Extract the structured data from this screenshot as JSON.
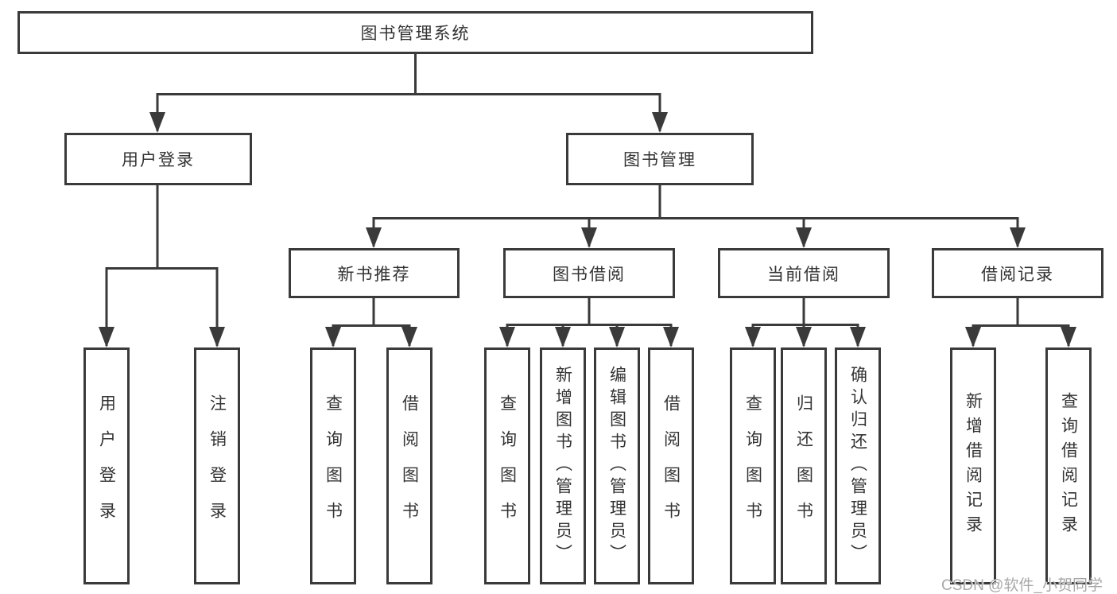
{
  "colors": {
    "line": "#3a3a3a",
    "text": "#333333",
    "watermark": "#a8a8a8",
    "bg": "#ffffff"
  },
  "watermark": {
    "text": "CSDN @软件_小贺同学"
  },
  "tree": {
    "root": {
      "label": "图书管理系统"
    },
    "branches": [
      {
        "label": "用户登录",
        "children": [
          {
            "label": "用户登录"
          },
          {
            "label": "注销登录"
          }
        ]
      },
      {
        "label": "图书管理",
        "children": [
          {
            "label": "新书推荐",
            "children": [
              {
                "label": "查询图书"
              },
              {
                "label": "借阅图书"
              }
            ]
          },
          {
            "label": "图书借阅",
            "children": [
              {
                "label": "查询图书"
              },
              {
                "label": "新增图书（管理员）"
              },
              {
                "label": "编辑图书（管理员）"
              },
              {
                "label": "借阅图书"
              }
            ]
          },
          {
            "label": "当前借阅",
            "children": [
              {
                "label": "查询图书"
              },
              {
                "label": "归还图书"
              },
              {
                "label": "确认归还（管理员）"
              }
            ]
          },
          {
            "label": "借阅记录",
            "children": [
              {
                "label": "新增借阅记录"
              },
              {
                "label": "查询借阅记录"
              }
            ]
          }
        ]
      }
    ]
  }
}
